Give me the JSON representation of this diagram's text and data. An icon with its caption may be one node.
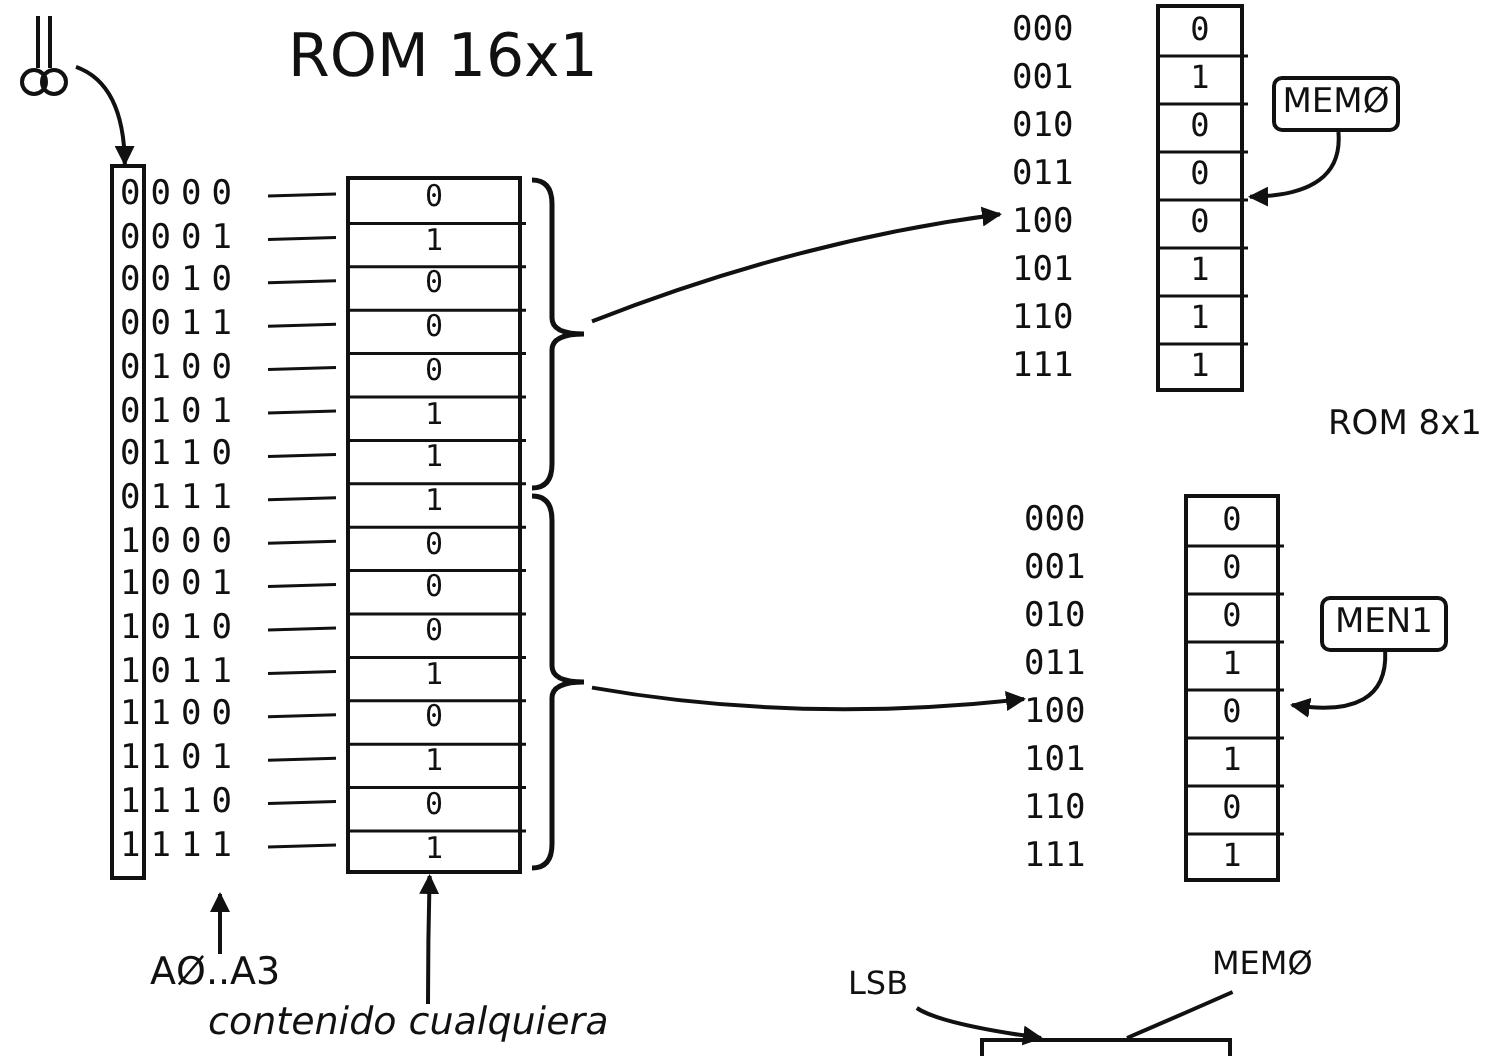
{
  "diagram": {
    "nodes": [
      {
        "text": [],
        "shape": "picture"
      },
      {
        "text": [],
        "shape": "box"
      },
      {
        "text": [
          "ROM 16x1"
        ]
      },
      {
        "text": [],
        "shape": "bracket"
      },
      {
        "text": [],
        "shape": "bracket"
      },
      {
        "text": [],
        "shape": "box"
      },
      {
        "text": [
          "MEMØ"
        ]
      },
      {
        "text": [],
        "shape": "box"
      },
      {
        "text": [
          "MEN1"
        ]
      },
      {
        "text": [
          "AØ..A3"
        ]
      },
      {
        "text": [
          "contenido cualquiera"
        ]
      },
      {
        "text": [
          "LSB"
        ]
      },
      {
        "text": [
          "MEMØ"
        ]
      },
      {
        "text": [],
        "shape": "box"
      }
    ],
    "edges": [
      {
        "from": 0,
        "to": 1,
        "arrow": "to"
      },
      {
        "from": 3,
        "to": 5,
        "arrow": "to"
      },
      {
        "from": 4,
        "to": 7,
        "arrow": "to"
      },
      {
        "from": 6,
        "to": 5,
        "arrow": "to"
      },
      {
        "from": 8,
        "to": 7,
        "arrow": "to"
      },
      {
        "from": 9,
        "to": null,
        "arrow": "to"
      },
      {
        "from": 10,
        "to": 2,
        "arrow": "to"
      },
      {
        "from": 11,
        "to": 13,
        "arrow": "to"
      },
      {
        "from": 12,
        "to": 13,
        "arrow": "none"
      }
    ],
    "labels": [
      "0000",
      "0001",
      "0010",
      "0011",
      "0100",
      "0101",
      "0110",
      "0111",
      "1000",
      "1001",
      "1010",
      "1011",
      "1100",
      "1101",
      "1110",
      "1111",
      "0",
      "1",
      "0",
      "0",
      "0",
      "1",
      "1",
      "1",
      "0",
      "0",
      "0",
      "1",
      "0",
      "1",
      "0",
      "1",
      "000",
      "001",
      "010",
      "011",
      "100",
      "101",
      "110",
      "111",
      "0",
      "1",
      "0",
      "0",
      "0",
      "1",
      "1",
      "1",
      "ROM 8x1",
      "000",
      "001",
      "010",
      "011",
      "100",
      "101",
      "110",
      "111",
      "0",
      "0",
      "0",
      "1",
      "0",
      "1",
      "0",
      "1"
    ]
  }
}
